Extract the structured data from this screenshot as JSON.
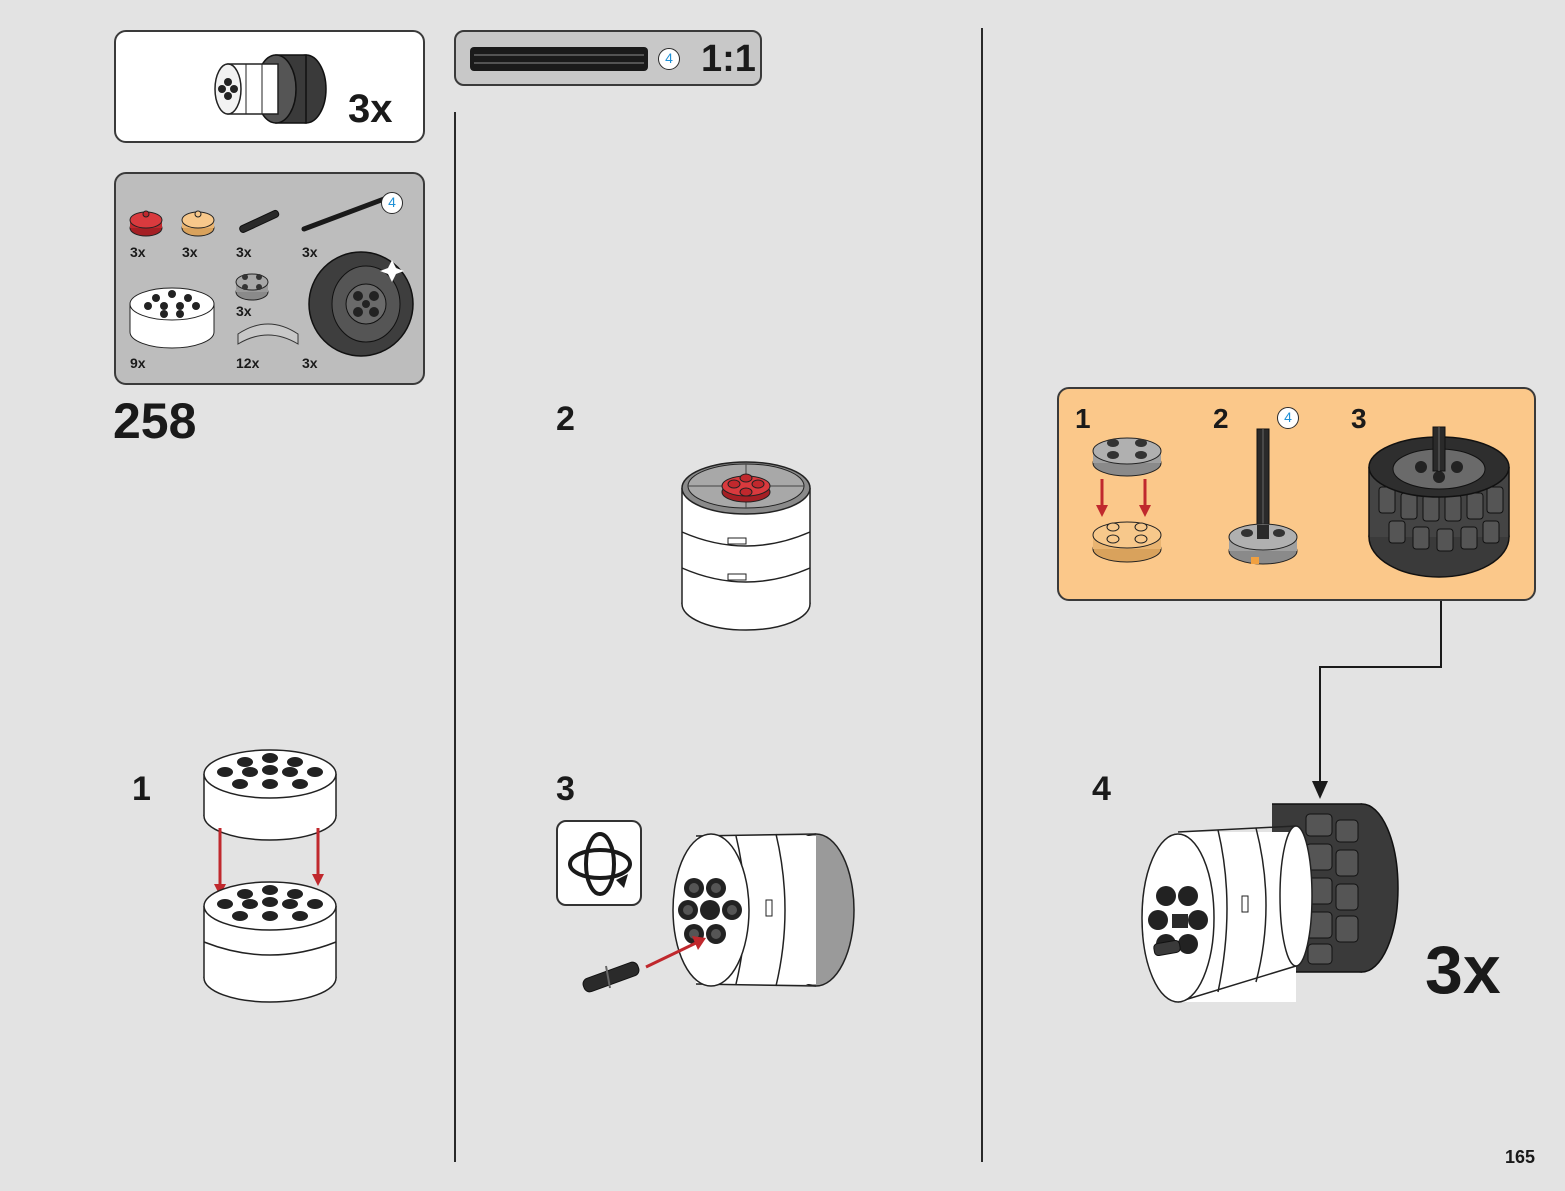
{
  "page": {
    "number": "165"
  },
  "submodel_box": {
    "multiplier": "3x"
  },
  "axle_gauge": {
    "length_badge": "4",
    "scale": "1:1"
  },
  "parts_list": {
    "length_badge": "4",
    "items": [
      {
        "name": "red round plate 2x2",
        "qty": "3x"
      },
      {
        "name": "tan round plate 2x2",
        "qty": "3x"
      },
      {
        "name": "black connector pin",
        "qty": "3x"
      },
      {
        "name": "black axle 4",
        "qty": "3x"
      },
      {
        "name": "grey round plate 2x2",
        "qty": "3x"
      },
      {
        "name": "white round brick 4x4",
        "qty": "9x"
      },
      {
        "name": "grey curved tile",
        "qty": "12x"
      },
      {
        "name": "black tire",
        "qty": "3x"
      }
    ]
  },
  "build": {
    "main_step": "258",
    "sub_steps": [
      {
        "label": "1"
      },
      {
        "label": "2"
      },
      {
        "label": "3"
      },
      {
        "label": "4",
        "multiplier": "3x"
      }
    ]
  },
  "callout": {
    "steps": [
      {
        "label": "1"
      },
      {
        "label": "2",
        "length_badge": "4"
      },
      {
        "label": "3"
      }
    ]
  },
  "colors": {
    "page_bg": "#e3e3e3",
    "parts_bg": "#bdbdbd",
    "callout_bg": "#fbc88a",
    "arrow_red": "#c0282d",
    "badge_blue": "#1e90d6"
  }
}
